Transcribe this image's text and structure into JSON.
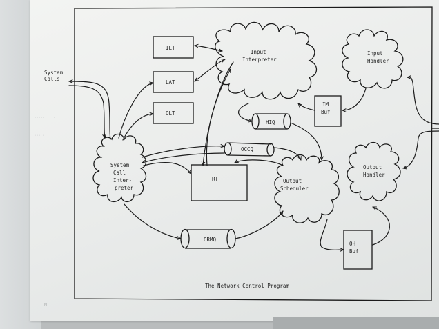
{
  "title": "The Network Control Program",
  "external": {
    "system_calls": [
      "System",
      "Calls"
    ]
  },
  "boxes": {
    "ilt": "ILT",
    "lat": "LAT",
    "olt": "OLT",
    "rt": "RT",
    "im_buf": [
      "IM",
      "Buf"
    ],
    "oh_buf": [
      "OH",
      "Buf"
    ]
  },
  "processes": {
    "input_interpreter": [
      "Input",
      "Interpreter"
    ],
    "input_handler": [
      "Input",
      "Handler"
    ],
    "output_handler": [
      "Output",
      "Handler"
    ],
    "output_scheduler": [
      "Output",
      "Scheduler"
    ],
    "system_call_interpreter": [
      "System",
      "Call",
      "Inter-",
      "preter"
    ]
  },
  "queues": {
    "hiq": "HIQ",
    "occq": "OCCQ",
    "ormq": "ORMQ"
  },
  "margin_mark": "M"
}
